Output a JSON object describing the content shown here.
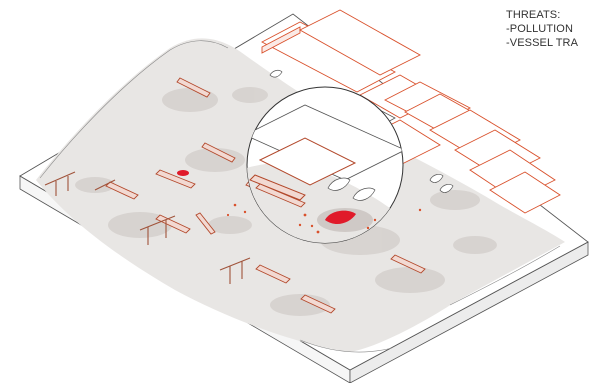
{
  "labels": {
    "heading": "THREATS:",
    "items": [
      "-POLLUTION",
      "-VESSEL TRA"
    ]
  },
  "colors": {
    "outline": "#555555",
    "seabed": "#e8e6e4",
    "shadow": "#cfc9c6",
    "accent": "#d9512c",
    "pollution": "#e01a2a",
    "side_face": "#f6f6f6"
  }
}
